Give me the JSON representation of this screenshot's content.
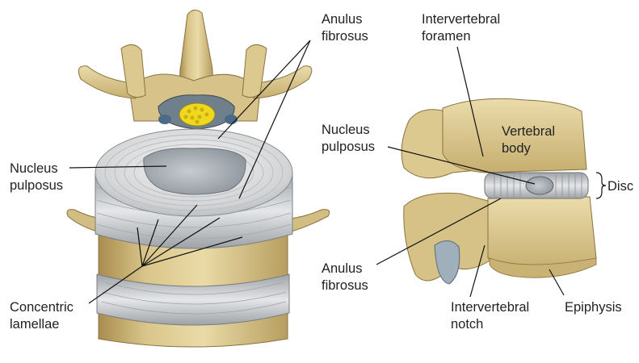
{
  "labels": {
    "anulus_fibrosus_top_1": "Anulus",
    "anulus_fibrosus_top_2": "fibrosus",
    "nucleus_left_1": "Nucleus",
    "nucleus_left_2": "pulposus",
    "concentric_1": "Concentric",
    "concentric_2": "lamellae",
    "foramen_1": "Intervertebral",
    "foramen_2": "foramen",
    "nucleus_right_1": "Nucleus",
    "nucleus_right_2": "pulposus",
    "vertebral_body_1": "Vertebral",
    "vertebral_body_2": "body",
    "disc": "Disc",
    "anulus_right_1": "Anulus",
    "anulus_right_2": "fibrosus",
    "notch_1": "Intervertebral",
    "notch_2": "notch",
    "epiphysis": "Epiphysis"
  },
  "colors": {
    "bone": "#e6d6a0",
    "bone_dark": "#b89d5c",
    "disc": "#d4d6d8",
    "nucleus": "#aab0b6",
    "spinal_cord": "#f0d820"
  }
}
